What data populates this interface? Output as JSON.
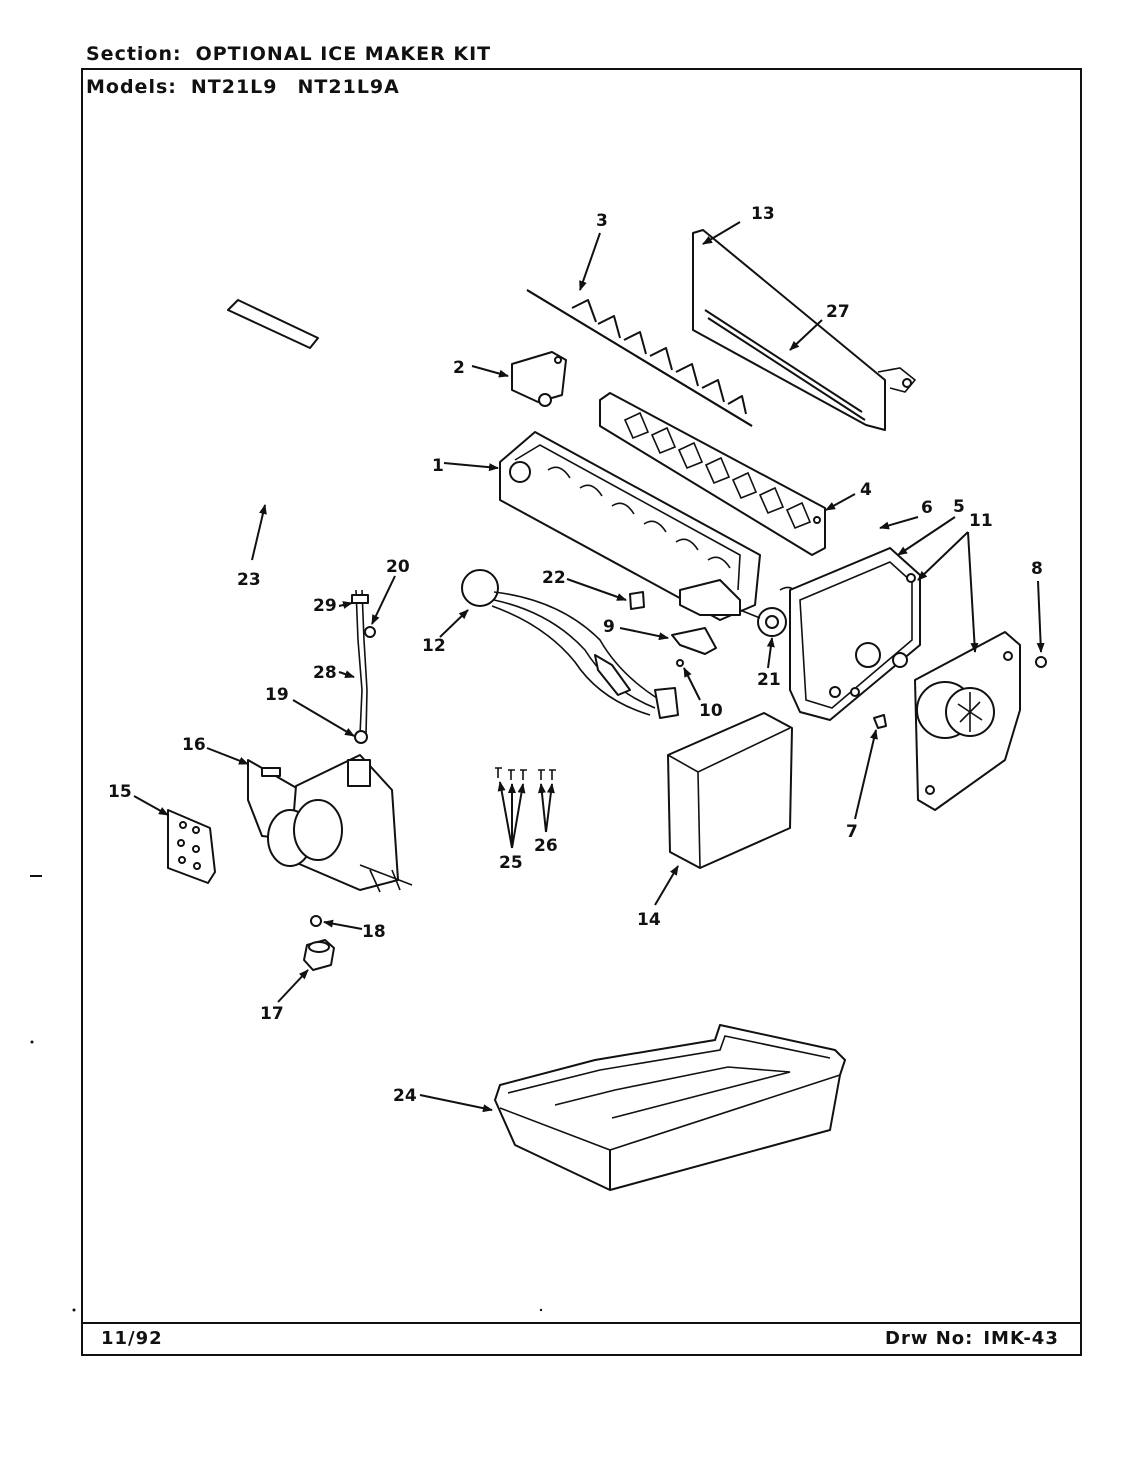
{
  "header": {
    "section_label": "Section:",
    "section_value": "OPTIONAL ICE MAKER KIT",
    "models_label": "Models:",
    "models": [
      "NT21L9",
      "NT21L9A"
    ]
  },
  "footer": {
    "date": "11/92",
    "drawing_label": "Drw No:",
    "drawing_number": "IMK-43"
  },
  "callouts": [
    "1",
    "2",
    "3",
    "4",
    "5",
    "6",
    "7",
    "8",
    "9",
    "10",
    "11",
    "12",
    "13",
    "14",
    "15",
    "16",
    "17",
    "18",
    "19",
    "20",
    "21",
    "22",
    "23",
    "24",
    "25",
    "26",
    "27",
    "28",
    "29"
  ]
}
